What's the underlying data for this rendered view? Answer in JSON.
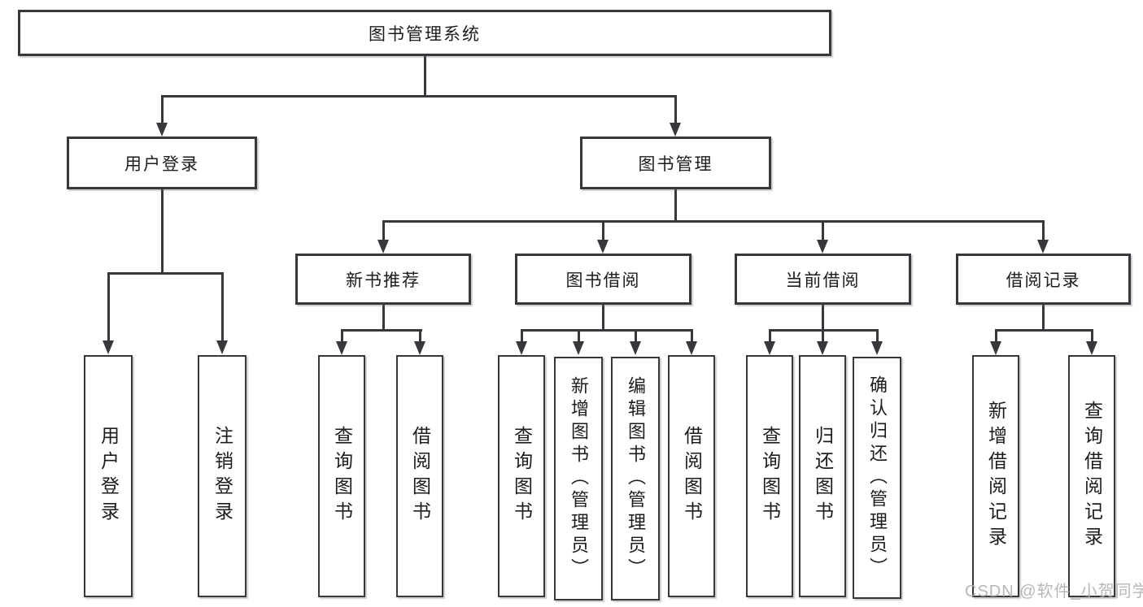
{
  "title": "图书管理系统",
  "tree": {
    "root": {
      "label": "图书管理系统"
    },
    "branches": [
      {
        "label": "用户登录",
        "children": [
          {
            "label": "用户登录"
          },
          {
            "label": "注销登录"
          }
        ]
      },
      {
        "label": "图书管理",
        "children": [
          {
            "label": "新书推荐",
            "children": [
              {
                "label": "查询图书"
              },
              {
                "label": "借阅图书"
              }
            ]
          },
          {
            "label": "图书借阅",
            "children": [
              {
                "label": "查询图书"
              },
              {
                "label": "新增图书（管理员）"
              },
              {
                "label": "编辑图书（管理员）"
              },
              {
                "label": "借阅图书"
              }
            ]
          },
          {
            "label": "当前借阅",
            "children": [
              {
                "label": "查询图书"
              },
              {
                "label": "归还图书"
              },
              {
                "label": "确认归还（管理员）"
              }
            ]
          },
          {
            "label": "借阅记录",
            "children": [
              {
                "label": "新增借阅记录"
              },
              {
                "label": "查询借阅记录"
              }
            ]
          }
        ]
      }
    ]
  },
  "watermark": "CSDN @软件_小贺同学",
  "colors": {
    "line": "#37373c",
    "text": "#1c1c1f",
    "watermark": "#b0b0b0",
    "background": "#ffffff"
  }
}
